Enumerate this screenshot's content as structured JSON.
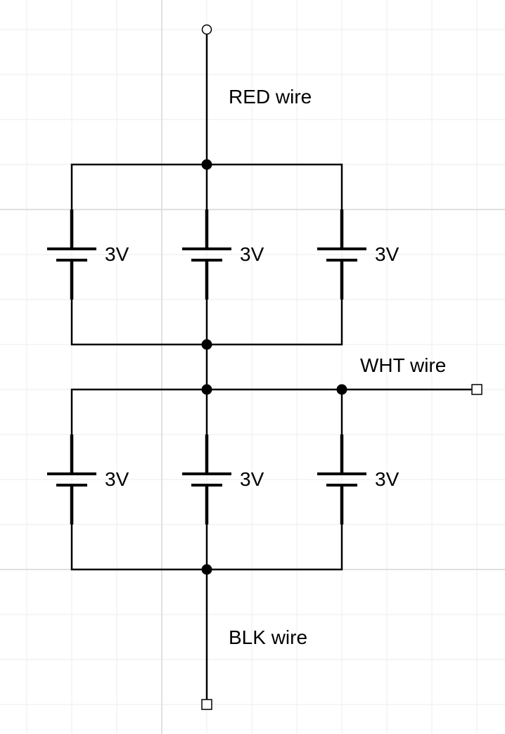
{
  "labels": {
    "red_wire": "RED wire",
    "wht_wire": "WHT wire",
    "blk_wire": "BLK wire"
  },
  "banks": [
    {
      "cells": [
        {
          "voltage": "3V"
        },
        {
          "voltage": "3V"
        },
        {
          "voltage": "3V"
        }
      ]
    },
    {
      "cells": [
        {
          "voltage": "3V"
        },
        {
          "voltage": "3V"
        },
        {
          "voltage": "3V"
        }
      ]
    }
  ],
  "colors": {
    "wire": "#000000",
    "grid_minor": "#ececec",
    "grid_major": "#e0e0e0",
    "background": "#ffffff"
  }
}
